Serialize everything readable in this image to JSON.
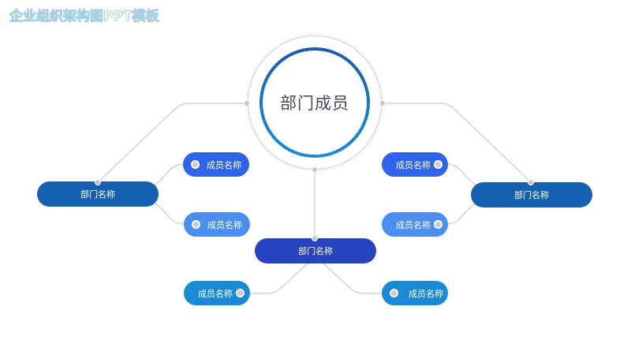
{
  "slide": {
    "title": "企业组织架构图PPT模板",
    "center": {
      "label": "部门成员"
    },
    "departments": [
      {
        "label": "部门名称",
        "position": "left",
        "members": [
          {
            "label": "成员名称"
          },
          {
            "label": "成员名称"
          }
        ]
      },
      {
        "label": "部门名称",
        "position": "center",
        "members": [
          {
            "label": "成员名称"
          },
          {
            "label": "成员名称"
          }
        ]
      },
      {
        "label": "部门名称",
        "position": "right",
        "members": [
          {
            "label": "成员名称"
          },
          {
            "label": "成员名称"
          }
        ]
      }
    ]
  },
  "colors": {
    "dept_blue": "#1560b0",
    "dept_center": "#2843c1",
    "member_primary": "#2e63ea",
    "member_light": "#4b8ef2",
    "member_cyan": "#1a8ad4",
    "connector": "#c8cad1",
    "ring_top": "#1b5aab",
    "ring_bottom": "#1d8bd3"
  }
}
